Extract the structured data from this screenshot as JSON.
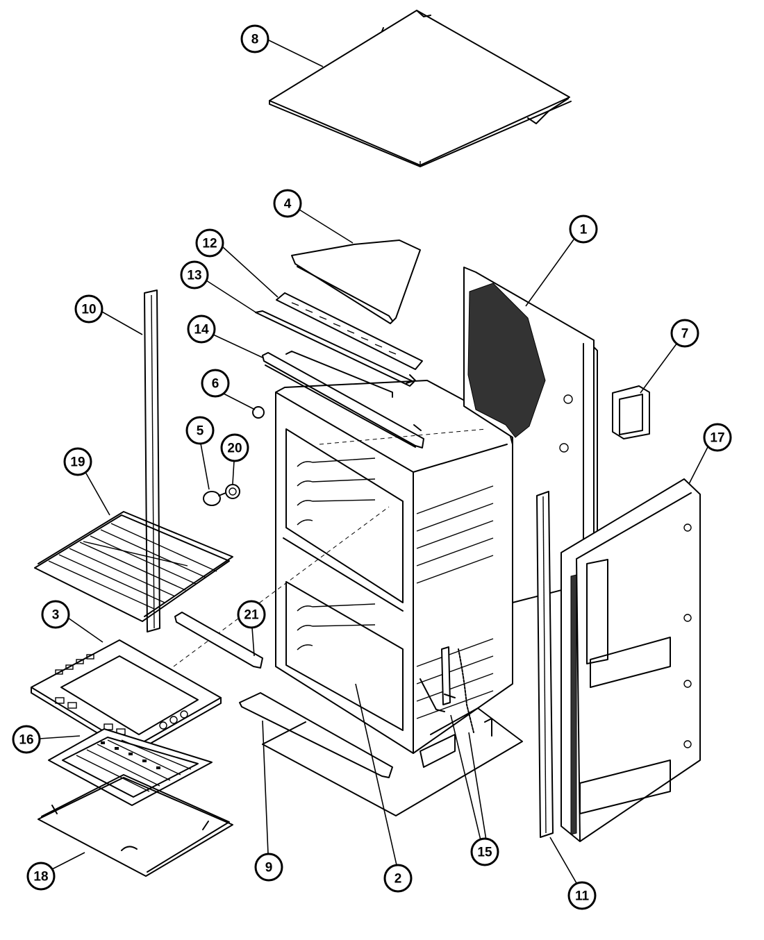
{
  "callouts": [
    {
      "label": "8"
    },
    {
      "label": "4"
    },
    {
      "label": "12"
    },
    {
      "label": "1"
    },
    {
      "label": "13"
    },
    {
      "label": "10"
    },
    {
      "label": "14"
    },
    {
      "label": "7"
    },
    {
      "label": "6"
    },
    {
      "label": "5"
    },
    {
      "label": "20"
    },
    {
      "label": "17"
    },
    {
      "label": "19"
    },
    {
      "label": "21"
    },
    {
      "label": "3"
    },
    {
      "label": "16"
    },
    {
      "label": "18"
    },
    {
      "label": "9"
    },
    {
      "label": "2"
    },
    {
      "label": "15"
    },
    {
      "label": "11"
    }
  ]
}
